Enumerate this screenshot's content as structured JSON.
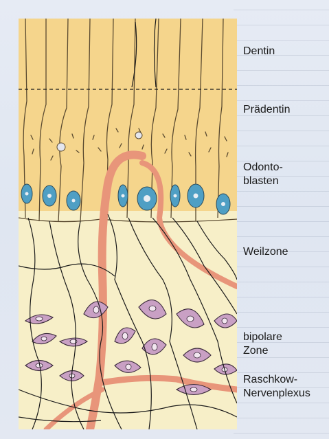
{
  "labels": {
    "dentin": "Dentin",
    "praedentin": "Prädentin",
    "odontoblasten": "Odonto-\nblasten",
    "weilzone": "Weilzone",
    "bipolare_zone": "bipolare\nZone",
    "raschkow": "Raschkow-\nNervenplexus"
  },
  "colors": {
    "page_background": "#dfe6f1",
    "odontoblast_fill": "#f5d58c",
    "cell_outline": "#5a4a30",
    "weilzone_fill": "#f7efc8",
    "nucleus_fill": "#4f9fc4",
    "blood_vessel": "#e8957a",
    "bipolar_cell": "#c9a0c4",
    "nerve_fiber": "#1a1a1a"
  }
}
